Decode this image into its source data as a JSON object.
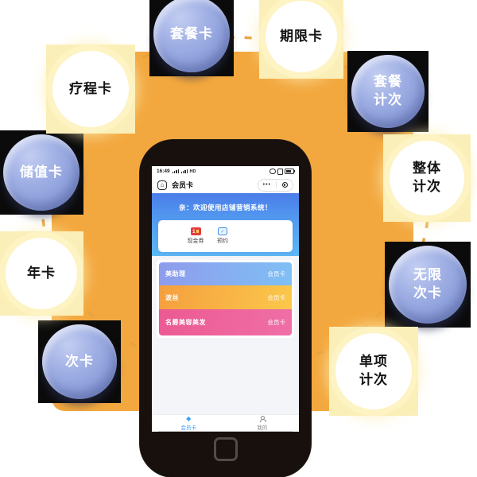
{
  "colors": {
    "panel_orange": "#f3a83f",
    "dash_orange": "#e8a33c",
    "bubble_blue": "#8f9fdc",
    "bubble_glow_yellow": "#fbefb9",
    "banner_blue_top": "#4b7de9",
    "banner_blue_bottom": "#5cb9f7",
    "accent_blue": "#3f9ef8",
    "card1_gradient": [
      "#8e9bec",
      "#7fc0f5"
    ],
    "card2_gradient": [
      "#f59f3e",
      "#fbc84b"
    ],
    "card3_gradient": [
      "#ec5a92",
      "#ef6fa6"
    ]
  },
  "bubbles": [
    {
      "id": "package-card",
      "style": "blue",
      "line1": "套餐卡"
    },
    {
      "id": "term-card",
      "style": "white",
      "line1": "期限卡"
    },
    {
      "id": "package-count",
      "style": "blue",
      "line1": "套餐",
      "line2": "计次"
    },
    {
      "id": "overall-count",
      "style": "white",
      "line1": "整体",
      "line2": "计次"
    },
    {
      "id": "unlimited-card",
      "style": "blue",
      "line1": "无限",
      "line2": "次卡"
    },
    {
      "id": "single-count",
      "style": "white",
      "line1": "单项",
      "line2": "计次"
    },
    {
      "id": "count-card",
      "style": "blue",
      "line1": "次卡"
    },
    {
      "id": "annual-card",
      "style": "white",
      "line1": "年卡"
    },
    {
      "id": "stored-value-card",
      "style": "blue",
      "line1": "储值卡"
    },
    {
      "id": "treatment-card",
      "style": "white",
      "line1": "疗程卡"
    }
  ],
  "phone": {
    "status": {
      "time": "16:49",
      "network": "HD"
    },
    "nav": {
      "home_glyph": "⌂",
      "title": "会员卡",
      "menu_dots": "•••"
    },
    "banner": {
      "text": "亲：欢迎使用店铺营销系统！"
    },
    "features": [
      {
        "label": "现金券",
        "icon": "cash-coupon-icon",
        "badge": "1"
      },
      {
        "label": "预约",
        "icon": "calendar-check-icon",
        "check": "✓"
      }
    ],
    "member_cards": [
      {
        "name": "美助理",
        "tag": "会员卡"
      },
      {
        "name": "波丝",
        "tag": "会员卡"
      },
      {
        "name": "名爵美容美发",
        "tag": "会员卡"
      }
    ],
    "tabs": [
      {
        "label": "会员卡",
        "glyph": "◆",
        "icon": "diamond-icon",
        "active": true
      },
      {
        "label": "我的",
        "icon": "user-icon",
        "active": false
      }
    ]
  }
}
